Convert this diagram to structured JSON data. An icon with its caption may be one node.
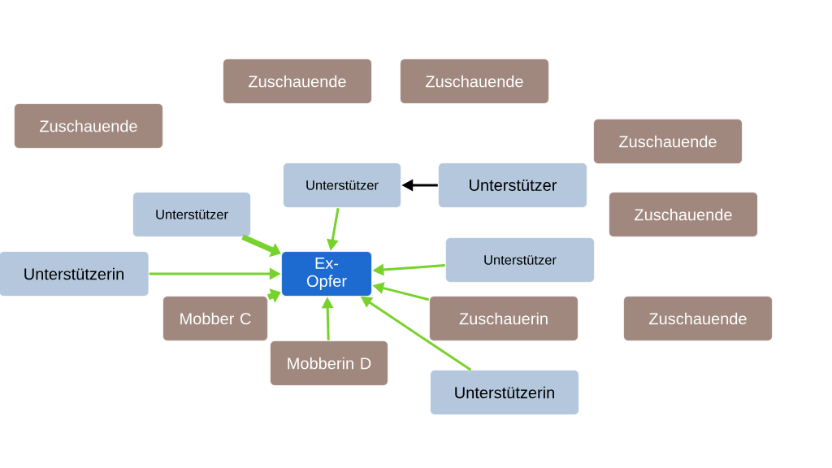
{
  "diagram": {
    "nodes": [
      {
        "text": [
          "Zuschauende"
        ]
      },
      {
        "text": [
          "Zuschauende"
        ]
      },
      {
        "text": [
          "Zuschauende"
        ]
      },
      {
        "text": [
          "Zuschauende"
        ]
      },
      {
        "text": [
          "Unterstützer"
        ]
      },
      {
        "text": [
          "Unterstützer"
        ]
      },
      {
        "text": [
          "Unterstützer"
        ]
      },
      {
        "text": [
          "Zuschauende"
        ]
      },
      {
        "text": [
          "Unterstützer"
        ]
      },
      {
        "text": [
          "Unterstützerin"
        ]
      },
      {
        "text": [
          "Ex-Opfer"
        ]
      },
      {
        "text": [
          "Mobber C"
        ]
      },
      {
        "text": [
          "Zuschauerin"
        ]
      },
      {
        "text": [
          "Zuschauende"
        ]
      },
      {
        "text": [
          "Mobberin D"
        ]
      },
      {
        "text": [
          "Unterstützerin"
        ]
      }
    ],
    "edges": [
      {
        "from": 5,
        "to": 4,
        "arrow": "to",
        "color": "#000000"
      },
      {
        "from": 4,
        "to": 10,
        "arrow": "to"
      },
      {
        "from": 6,
        "to": 10,
        "arrow": "to",
        "style": "thick"
      },
      {
        "from": 9,
        "to": 10,
        "arrow": "to"
      },
      {
        "from": 11,
        "to": 10,
        "arrow": "to",
        "style": "thick"
      },
      {
        "from": 8,
        "to": 10,
        "arrow": "to"
      },
      {
        "from": 12,
        "to": 10,
        "arrow": "to"
      },
      {
        "from": 14,
        "to": 10,
        "arrow": "to"
      },
      {
        "from": 15,
        "to": 10,
        "arrow": "to"
      }
    ]
  }
}
